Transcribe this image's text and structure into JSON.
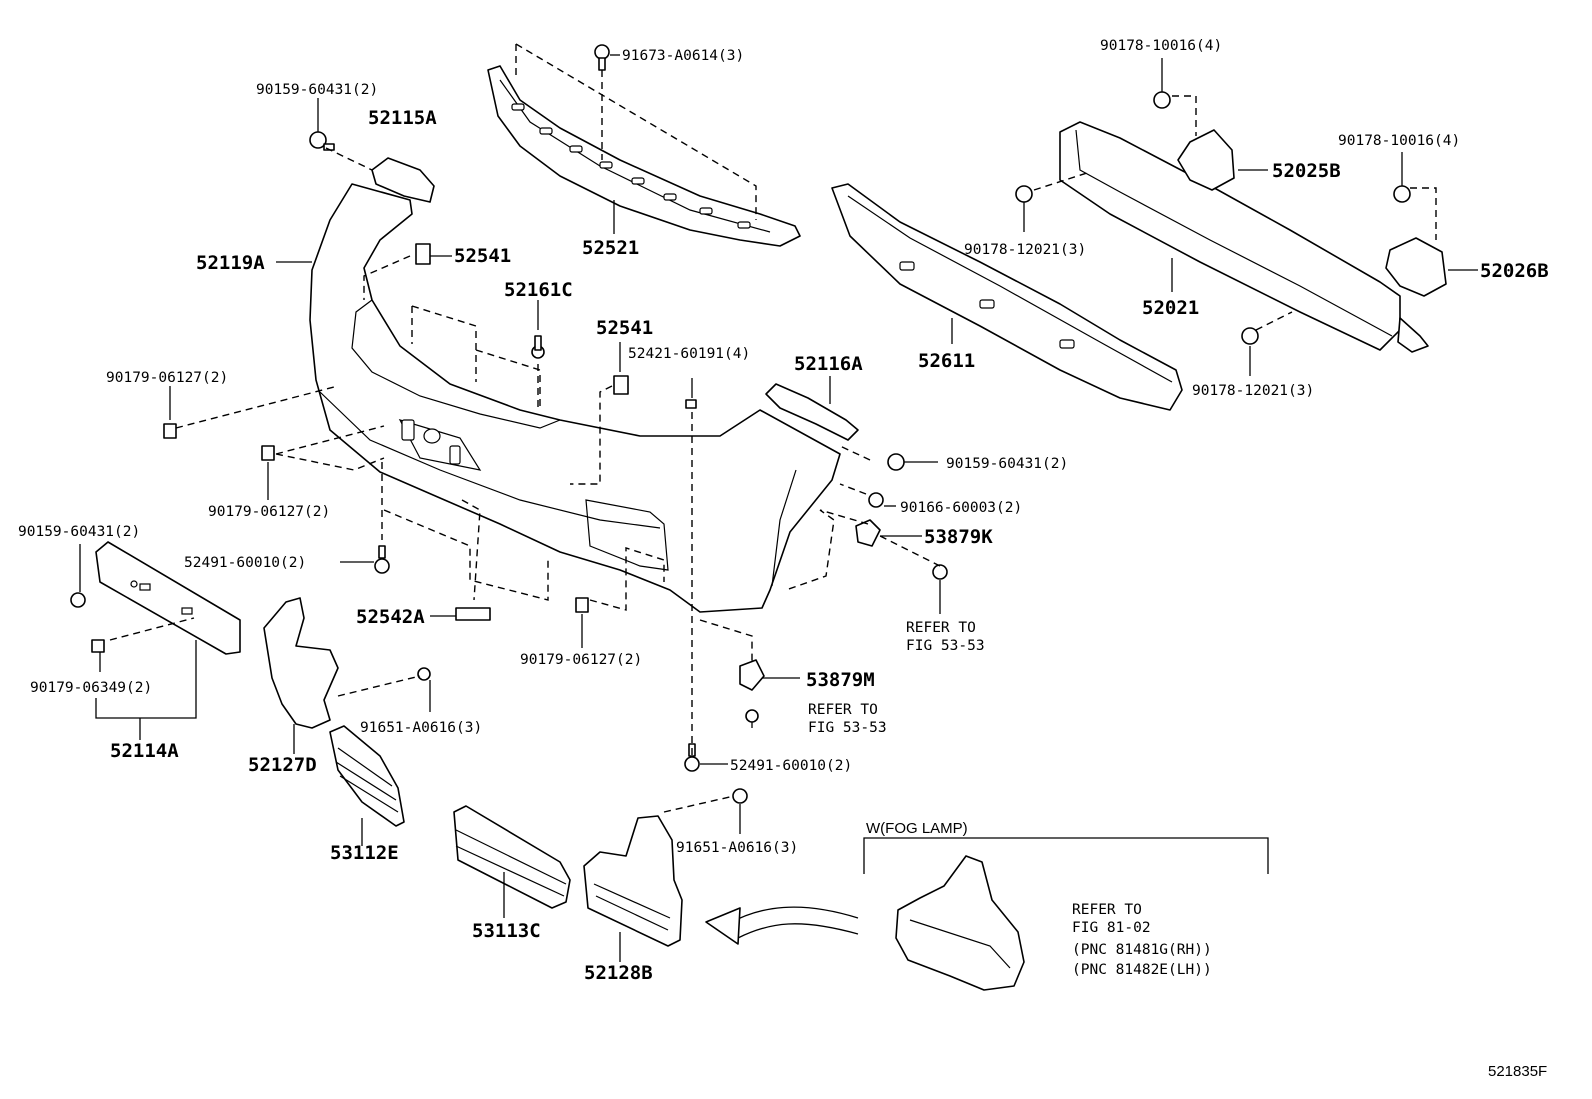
{
  "diagram_id": "521835F",
  "fog_lamp_section": {
    "title": "W(FOG LAMP)",
    "refer_lines": [
      "REFER TO",
      "FIG 81-02",
      "(PNC 81481G(RH))",
      "(PNC 81482E(LH))"
    ]
  },
  "refer_notes": {
    "a": [
      "REFER TO",
      "FIG 53-53"
    ],
    "b": [
      "REFER TO",
      "FIG 53-53"
    ]
  },
  "parts": {
    "p_91673_A0614": "91673-A0614(3)",
    "p_90178_10016_a": "90178-10016(4)",
    "p_90178_10016_b": "90178-10016(4)",
    "p_90159_60431_a": "90159-60431(2)",
    "p_52115A": "52115A",
    "p_52025B": "52025B",
    "p_90178_12021_a": "90178-12021(3)",
    "p_52026B": "52026B",
    "p_52119A": "52119A",
    "p_52541_a": "52541",
    "p_52521": "52521",
    "p_52021": "52021",
    "p_52161C": "52161C",
    "p_52541_b": "52541",
    "p_52421_60191": "52421-60191(4)",
    "p_52611": "52611",
    "p_52116A": "52116A",
    "p_90178_12021_b": "90178-12021(3)",
    "p_90179_06127_a": "90179-06127(2)",
    "p_90159_60431_b": "90159-60431(2)",
    "p_90179_06127_b": "90179-06127(2)",
    "p_90166_60003": "90166-60003(2)",
    "p_90159_60431_c": "90159-60431(2)",
    "p_53879K": "53879K",
    "p_52491_60010_a": "52491-60010(2)",
    "p_52542A": "52542A",
    "p_90179_06127_c": "90179-06127(2)",
    "p_90179_06349": "90179-06349(2)",
    "p_53879M": "53879M",
    "p_91651_A0616_a": "91651-A0616(3)",
    "p_52114A": "52114A",
    "p_52127D": "52127D",
    "p_52491_60010_b": "52491-60010(2)",
    "p_53112E": "53112E",
    "p_91651_A0616_b": "91651-A0616(3)",
    "p_53113C": "53113C",
    "p_52128B": "52128B"
  }
}
